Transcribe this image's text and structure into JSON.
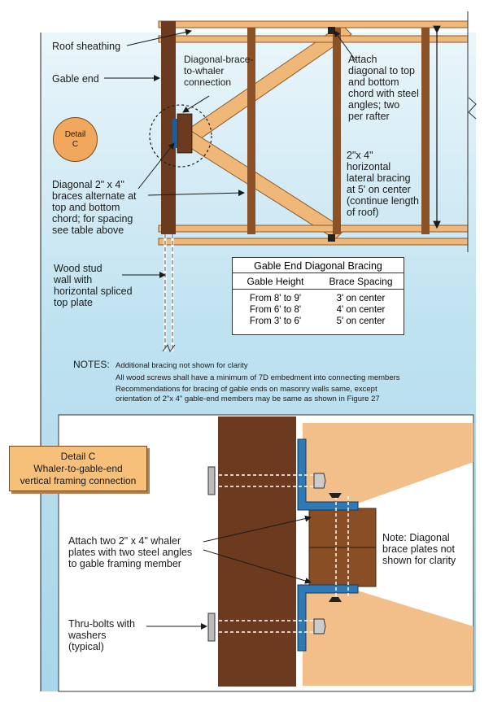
{
  "labels": {
    "roof_sheathing": "Roof sheathing",
    "gable_end": "Gable end",
    "diag_brace_whaler": "Diagonal-brace-\nto-whaler\nconnection",
    "attach_diagonal": "Attach\ndiagonal to top\nand bottom\nchord with steel\nangles; two\nper rafter",
    "detail_c_circle": "Detail\nC",
    "diagonal_braces": "Diagonal 2\" x 4\"\nbraces alternate at\ntop and bottom\nchord; for spacing\nsee table above",
    "horizontal_bracing": "2\"x 4\"\nhorizontal\nlateral bracing\nat 5' on center\n(continue length\nof roof)",
    "wood_stud": "Wood stud\nwall with\nhorizontal spliced\ntop plate",
    "detail_c_box": "Detail C\nWhaler-to-gable-end\nvertical framing connection",
    "attach_whaler": "Attach two 2\" x 4\" whaler\nplates with two steel angles\nto gable framing member",
    "note_diagonal": "Note: Diagonal\nbrace plates not\nshown for clarity",
    "thru_bolts": "Thru-bolts with\nwashers\n(typical)"
  },
  "table": {
    "title": "Gable End Diagonal Bracing",
    "headers": [
      "Gable Height",
      "Brace Spacing"
    ],
    "rows": [
      [
        "From 8' to 9'",
        "3' on center"
      ],
      [
        "From 6' to 8'",
        "4' on center"
      ],
      [
        "From 3' to 6'",
        "5' on center"
      ]
    ]
  },
  "notes": {
    "heading": "NOTES:",
    "items": [
      "Additional bracing not shown for clarity",
      "All wood screws shall have a minimum of 7D embedment into connecting members",
      "Recommendations for bracing of gable ends on masonry walls same, except",
      "orientation of 2\"x 4\" gable-end members may be same as shown in Figure 27"
    ]
  },
  "colors": {
    "background_blue": "#c9e6f2",
    "lumber_light": "#f0b878",
    "lumber_dark": "#6b3a1f",
    "steel_angle": "#2f79b6",
    "detail_orange": "#f2a85c"
  }
}
